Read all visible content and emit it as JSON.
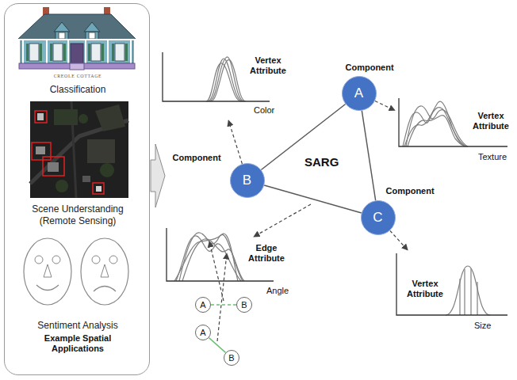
{
  "diagram": {
    "nodes": [
      {
        "text": [
          "CREOLE COTTAGE",
          "Classification",
          "Scene Understanding (Remote Sensing)",
          "Sentiment Analysis",
          "Example Spatial Applications"
        ]
      },
      {
        "text": [
          "Vertex Attribute",
          "Color"
        ]
      },
      {
        "text": [
          "Component",
          "A"
        ]
      },
      {
        "text": [
          "Vertex Attribute",
          "Texture"
        ]
      },
      {
        "text": [
          "Component",
          "B"
        ]
      },
      {
        "text": [
          "Component",
          "C"
        ]
      },
      {
        "text": [
          "Edge Attribute",
          "Angle"
        ]
      },
      {
        "text": [
          "A"
        ]
      },
      {
        "text": [
          "B"
        ]
      },
      {
        "text": [
          "A"
        ]
      },
      {
        "text": [
          "B"
        ]
      },
      {
        "text": [
          "Vertex Attribute",
          "Size"
        ]
      }
    ],
    "edges": [
      {
        "from": 2,
        "to": 4,
        "arrow": "none"
      },
      {
        "from": 2,
        "to": 5,
        "arrow": "none"
      },
      {
        "from": 4,
        "to": 5,
        "arrow": "none"
      },
      {
        "from": 4,
        "to": 1,
        "arrow": "to"
      },
      {
        "from": 2,
        "to": 3,
        "arrow": "to"
      },
      {
        "from": 5,
        "to": 11,
        "arrow": "to"
      },
      {
        "from": 7,
        "to": 8,
        "arrow": "none"
      },
      {
        "from": 9,
        "to": 10,
        "arrow": "none"
      }
    ],
    "labels": [
      "SARG"
    ]
  }
}
